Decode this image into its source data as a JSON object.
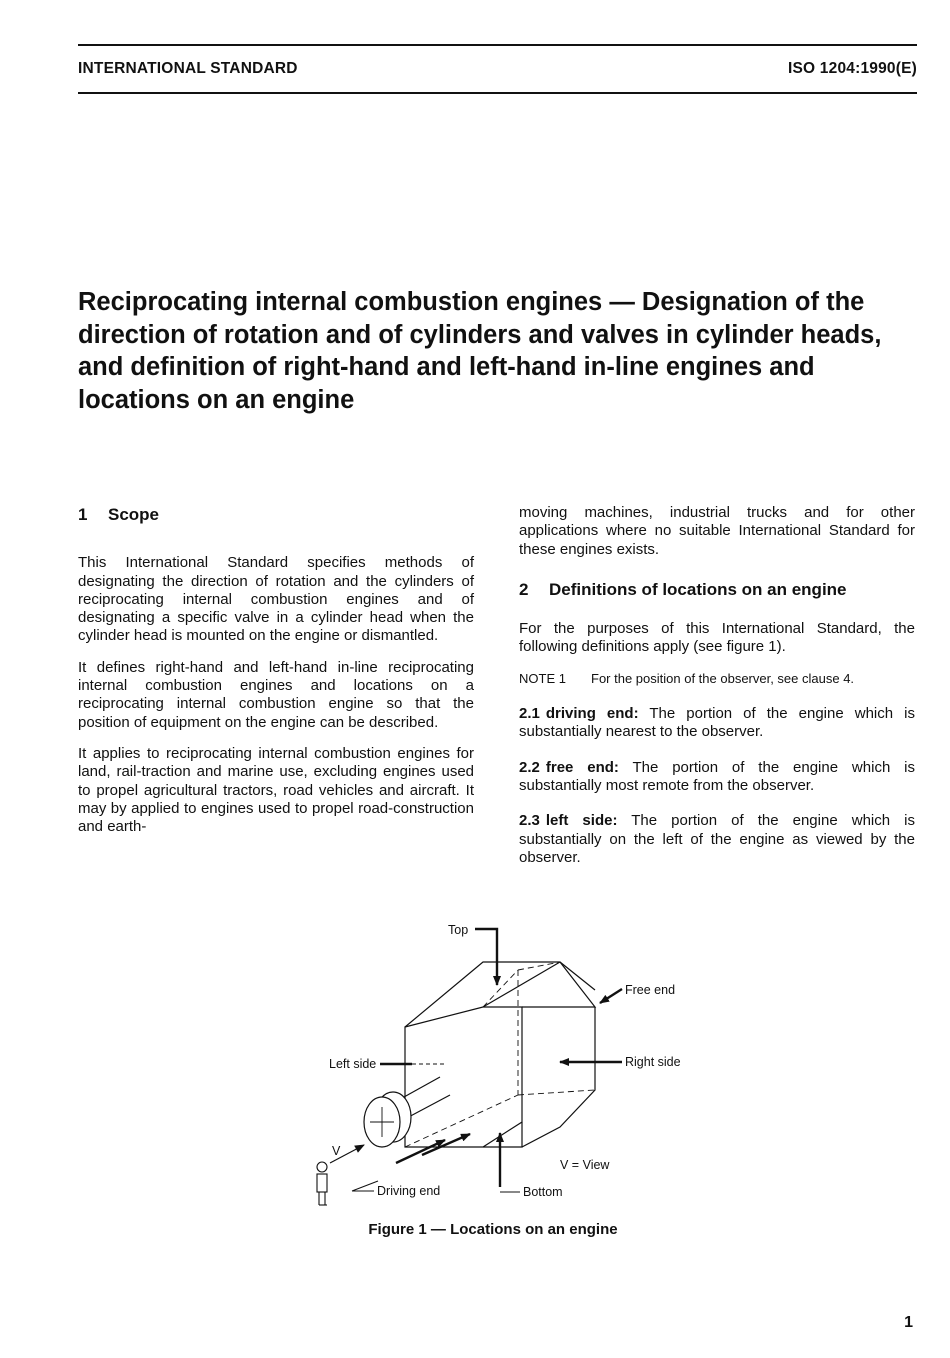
{
  "header": {
    "left": "INTERNATIONAL STANDARD",
    "right": "ISO 1204:1990(E)"
  },
  "title": "Reciprocating internal combustion engines — Designation of the direction of rotation and of cylinders and valves in cylinder heads, and definition of right-hand and left-hand in-line engines and locations on an engine",
  "section1": {
    "number": "1",
    "heading": "Scope",
    "p1": "This International Standard specifies methods of designating the direction of rotation and the cylinders of reciprocating internal combustion engines and of designating a specific valve in a cylinder head when the cylinder head is mounted on the engine or dismantled.",
    "p2": "It defines right-hand and left-hand in-line reciprocating internal combustion engines and locations on a reciprocating internal combustion engine so that the position of equipment on the engine can be described.",
    "p3": "It applies to reciprocating internal combustion engines for land, rail-traction and marine use, excluding engines used to propel agricultural tractors, road vehicles and aircraft. It may by applied to engines used to propel road-construction and earth-",
    "p3_cont": "moving machines, industrial trucks and for other applications where no suitable International Standard for these engines exists."
  },
  "section2": {
    "number": "2",
    "heading": "Definitions of locations on an engine",
    "intro": "For the purposes of this International Standard, the following definitions apply (see figure 1).",
    "note_label": "NOTE 1",
    "note_text": "For the position of the observer, see clause 4.",
    "defs": [
      {
        "num": "2.1",
        "term": "driving end:",
        "text": "The portion of the engine which is substantially nearest to the observer."
      },
      {
        "num": "2.2",
        "term": "free end:",
        "text": "The portion of the engine which is substantially most remote from the observer."
      },
      {
        "num": "2.3",
        "term": "left side:",
        "text": "The portion of the engine which is substantially on the left of the engine as viewed by the observer."
      }
    ]
  },
  "figure": {
    "labels": {
      "top": "Top",
      "free_end": "Free end",
      "left_side": "Left side",
      "right_side": "Right side",
      "view_key": "V = View",
      "v": "V",
      "driving_end": "Driving end",
      "bottom": "Bottom"
    },
    "caption": "Figure 1 — Locations on an engine"
  },
  "page_number": "1"
}
